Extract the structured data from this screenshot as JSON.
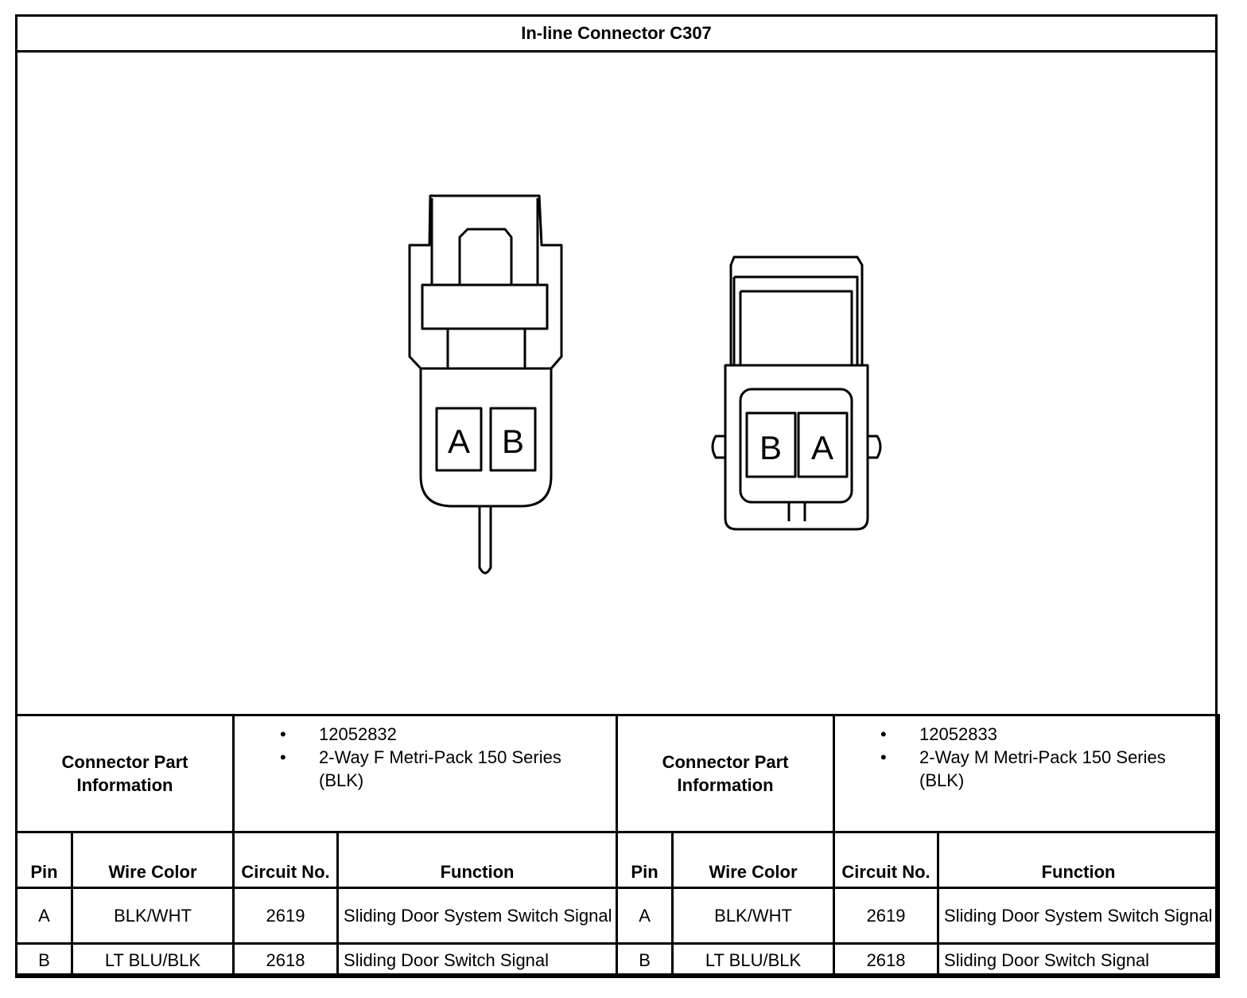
{
  "title": "In-line Connector C307",
  "female_connector": {
    "pins": [
      "A",
      "B"
    ]
  },
  "male_connector": {
    "pins": [
      "B",
      "A"
    ]
  },
  "connectors": [
    {
      "part_info_label": "Connector Part Information",
      "part_lines": [
        "12052832",
        "2-Way F Metri-Pack 150 Series (BLK)"
      ],
      "columns": [
        "Pin",
        "Wire Color",
        "Circuit No.",
        "Function"
      ],
      "rows": [
        {
          "pin": "A",
          "wire": "BLK/WHT",
          "circuit": "2619",
          "function": "Sliding Door System Switch Signal"
        },
        {
          "pin": "B",
          "wire": "LT BLU/BLK",
          "circuit": "2618",
          "function": "Sliding Door Switch Signal"
        }
      ]
    },
    {
      "part_info_label": "Connector Part Information",
      "part_lines": [
        "12052833",
        "2-Way M Metri-Pack 150 Series (BLK)"
      ],
      "columns": [
        "Pin",
        "Wire Color",
        "Circuit No.",
        "Function"
      ],
      "rows": [
        {
          "pin": "A",
          "wire": "BLK/WHT",
          "circuit": "2619",
          "function": "Sliding Door System Switch Signal"
        },
        {
          "pin": "B",
          "wire": "LT BLU/BLK",
          "circuit": "2618",
          "function": "Sliding Door Switch Signal"
        }
      ]
    }
  ]
}
